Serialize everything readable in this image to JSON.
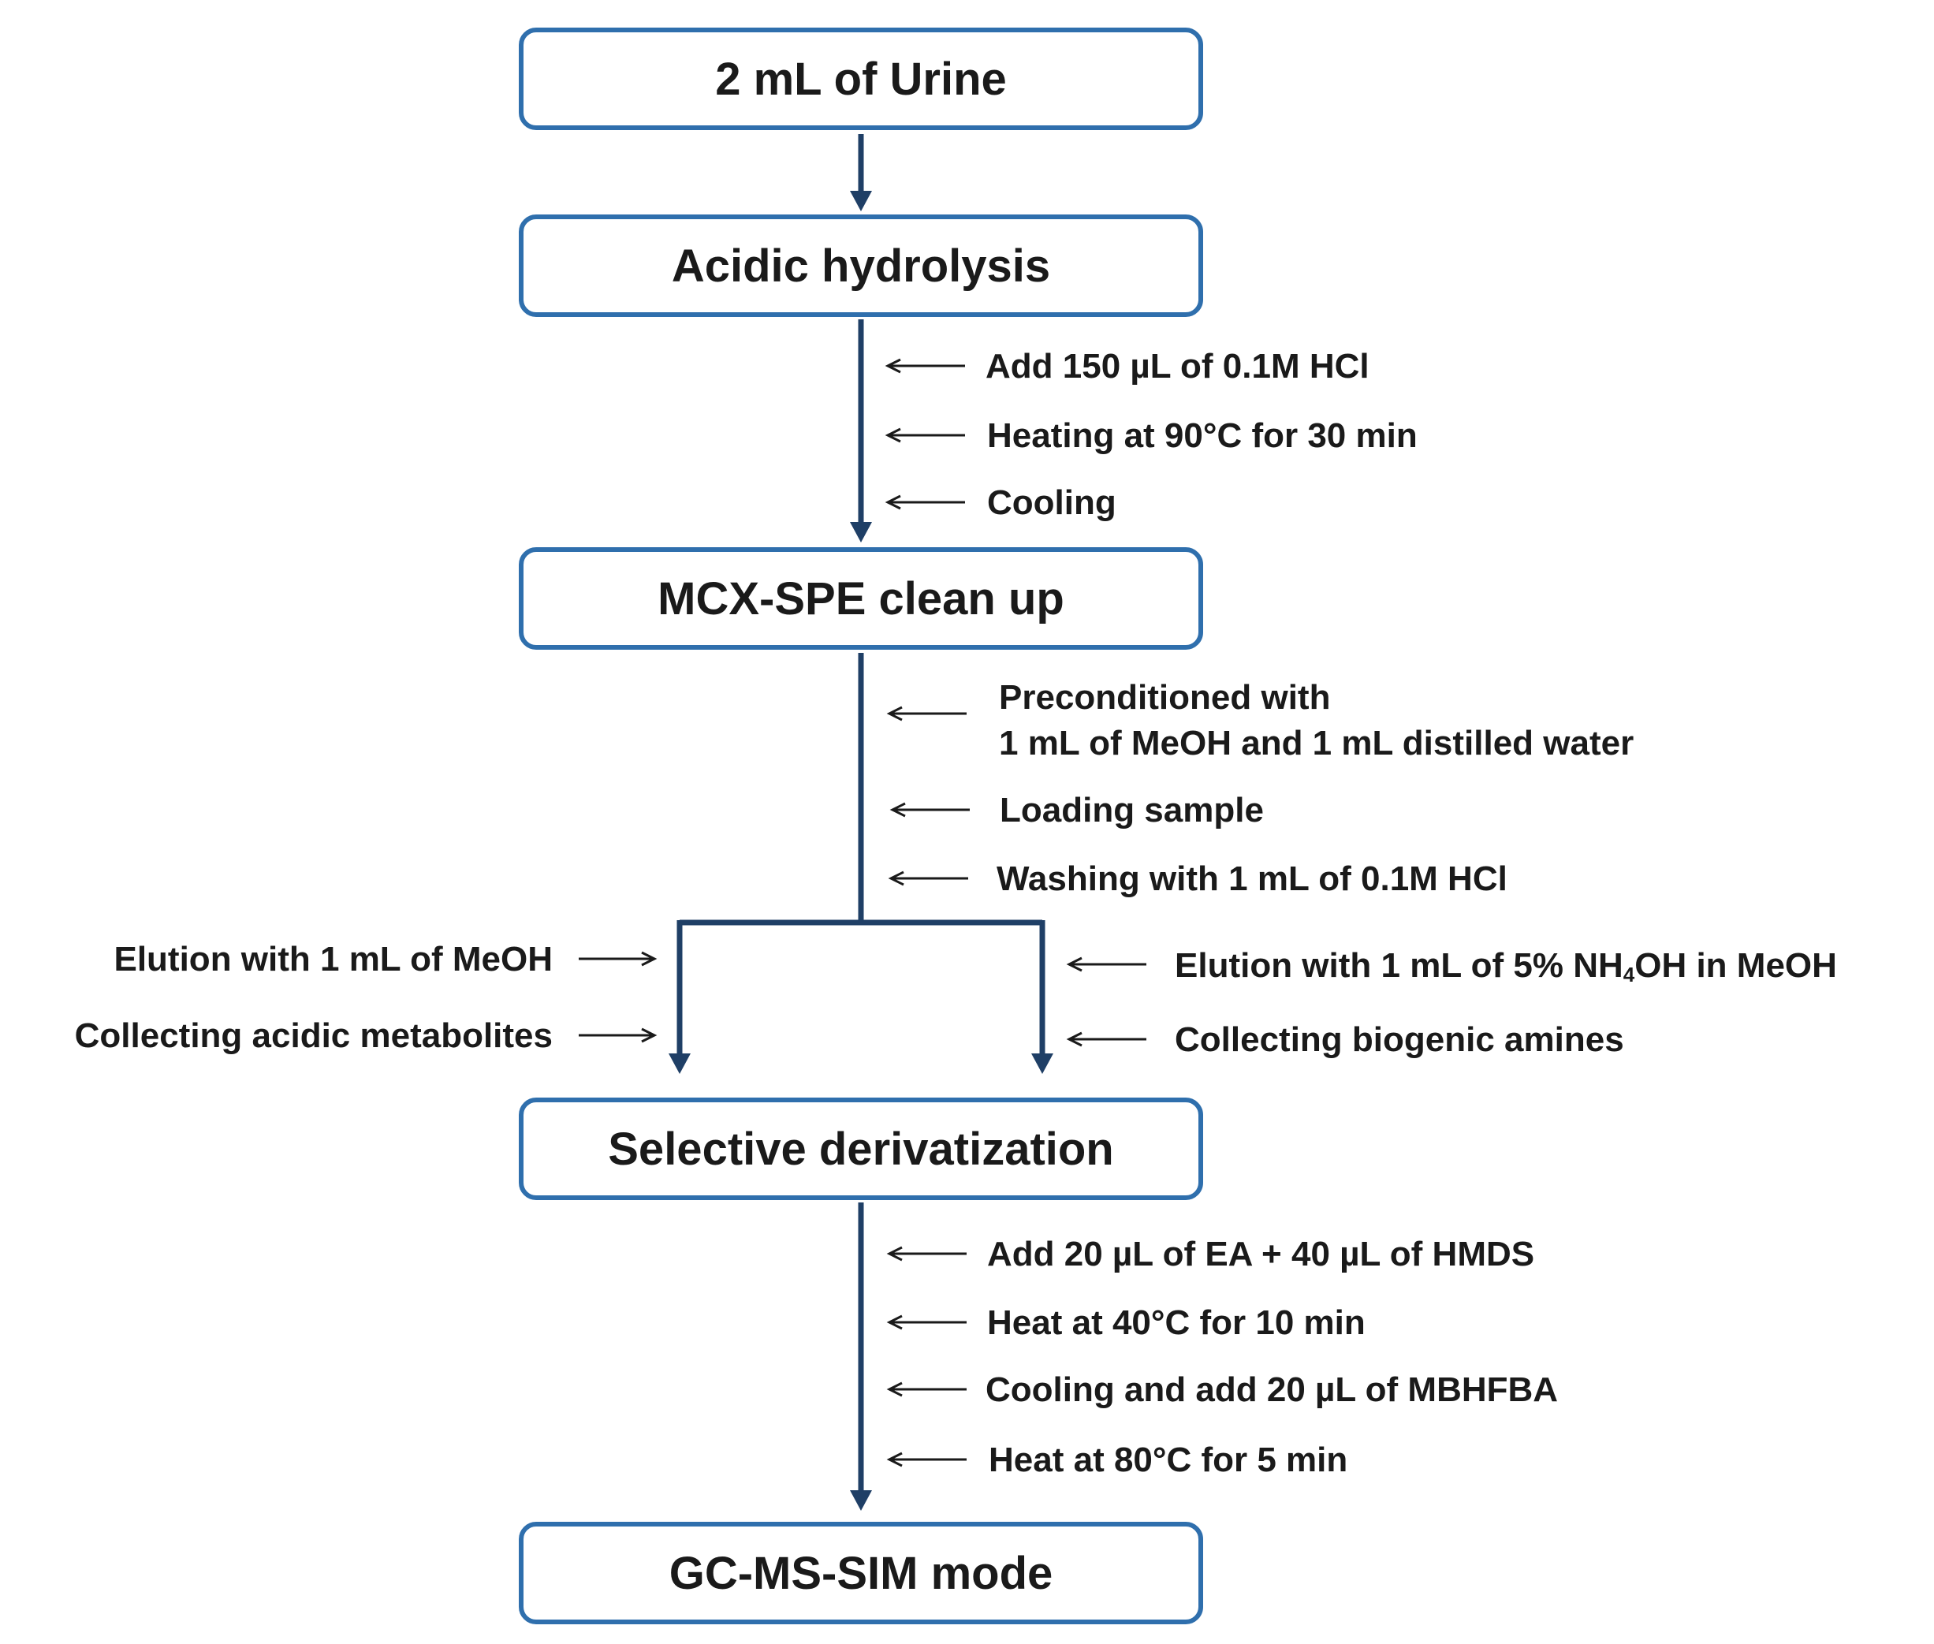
{
  "stages": {
    "urine": "2 mL of Urine",
    "hydrolysis": "Acidic hydrolysis",
    "cleanup": "MCX-SPE clean up",
    "derivatization": "Selective derivatization",
    "gcms": "GC-MS-SIM mode"
  },
  "hydrolysis_steps": [
    "Add 150 µL of 0.1M HCl",
    "Heating at 90°C for 30 min",
    "Cooling"
  ],
  "cleanup_steps": {
    "precondition_line1": "Preconditioned with",
    "precondition_line2": "1 mL of MeOH and 1 mL distilled water",
    "loading": "Loading sample",
    "washing": "Washing with 1 mL of 0.1M HCl"
  },
  "left_branch": [
    "Elution with 1 mL of MeOH",
    "Collecting acidic metabolites"
  ],
  "right_branch": {
    "elution_pre": "Elution with 1 mL of 5% NH",
    "elution_sub": "4",
    "elution_post": "OH in MeOH",
    "collecting": "Collecting biogenic amines"
  },
  "derivatization_steps": [
    "Add 20 µL of EA + 40 µL of HMDS",
    "Heat at 40°C for 10 min",
    "Cooling and add 20 µL of MBHFBA",
    "Heat at 80°C for 5 min"
  ],
  "colors": {
    "box_border": "#2f6fad",
    "flow_line": "#1f3f66",
    "side_arrow": "#1a1a1a",
    "text": "#1a1a1a"
  }
}
